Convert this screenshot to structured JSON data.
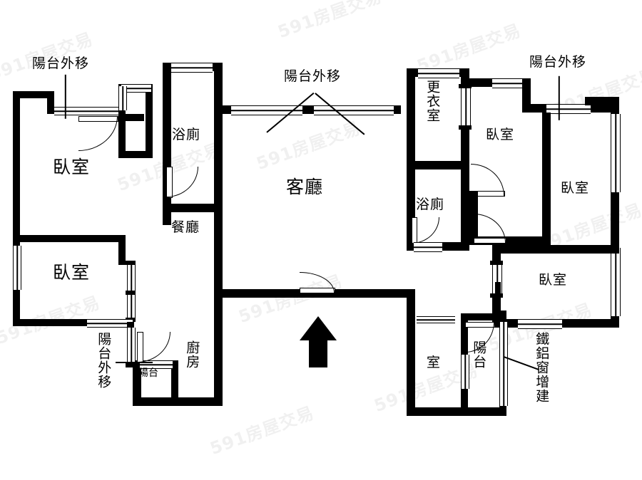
{
  "plan": {
    "title_rooms": {
      "living": "客廳",
      "dining": "餐廳",
      "kitchen": "廚房",
      "bath_left": "浴廁",
      "bath_right": "浴廁",
      "dressing": "更衣室",
      "bedroom_tl": "臥室",
      "bedroom_ml": "臥室",
      "bedroom_tc": "臥室",
      "bedroom_tr": "臥室",
      "bedroom_mr": "臥室",
      "room_small": "室",
      "balcony_small": "陽台",
      "balcony_right": "陽台"
    },
    "annotations": {
      "balcony_move_left": "陽台外移",
      "balcony_move_center": "陽台外移",
      "balcony_move_right": "陽台外移",
      "balcony_move_bottom": "陽台外移",
      "iron_window": "鐵鋁窗增建"
    },
    "watermark": "591房屋交易",
    "colors": {
      "wall": "#000000",
      "background": "#ffffff",
      "text": "#000000",
      "watermark": "#000000"
    }
  }
}
